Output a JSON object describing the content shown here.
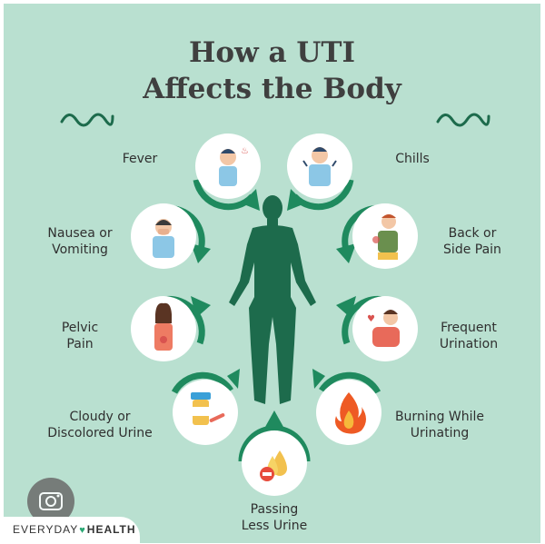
{
  "title": {
    "line1": "How a UTI",
    "line2": "Affects the Body"
  },
  "symptoms": {
    "fever": "Fever",
    "chills": "Chills",
    "nausea": "Nausea or\nVomiting",
    "back": "Back or\nSide Pain",
    "pelvic": "Pelvic\nPain",
    "frequent": "Frequent\nUrination",
    "cloudy": "Cloudy or\nDiscolored Urine",
    "burning": "Burning While\nUrinating",
    "passing": "Passing\nLess Urine"
  },
  "brand": {
    "left": "EVERYDAY",
    "right": "HEALTH"
  },
  "colors": {
    "background": "#b9e0d0",
    "accent": "#1f8a5e",
    "figure": "#1d6b4c",
    "title": "#3f3f3f"
  }
}
